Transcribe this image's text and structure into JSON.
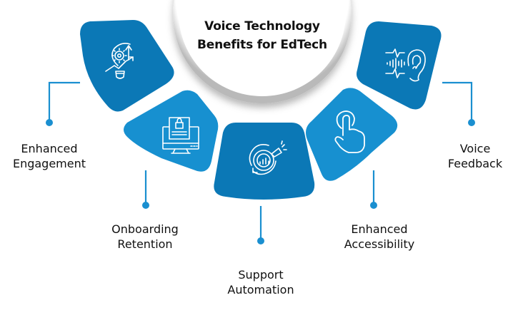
{
  "diagram": {
    "title_line1": "Voice Technology",
    "title_line2": "Benefits for EdTech",
    "colors": {
      "tile_dark": "#0b78b6",
      "tile_light": "#1790d0",
      "connector": "#1a8fd0",
      "circle_fill": "#ffffff",
      "circle_ring": "#c9c9c9",
      "text": "#111111"
    },
    "items": [
      {
        "id": "enhanced-engagement",
        "line1": "Enhanced",
        "line2": "Engagement",
        "icon": "lightbulb-gear-growth-icon"
      },
      {
        "id": "onboarding-retention",
        "line1": "Onboarding",
        "line2": "Retention",
        "icon": "monitor-lock-document-icon"
      },
      {
        "id": "support-automation",
        "line1": "Support",
        "line2": "Automation",
        "icon": "gear-chart-megaphone-icon"
      },
      {
        "id": "enhanced-accessibility",
        "line1": "Enhanced",
        "line2": "Accessibility",
        "icon": "hand-tap-icon"
      },
      {
        "id": "voice-feedback",
        "line1": "Voice",
        "line2": "Feedback",
        "icon": "ear-soundwave-icon"
      }
    ]
  }
}
